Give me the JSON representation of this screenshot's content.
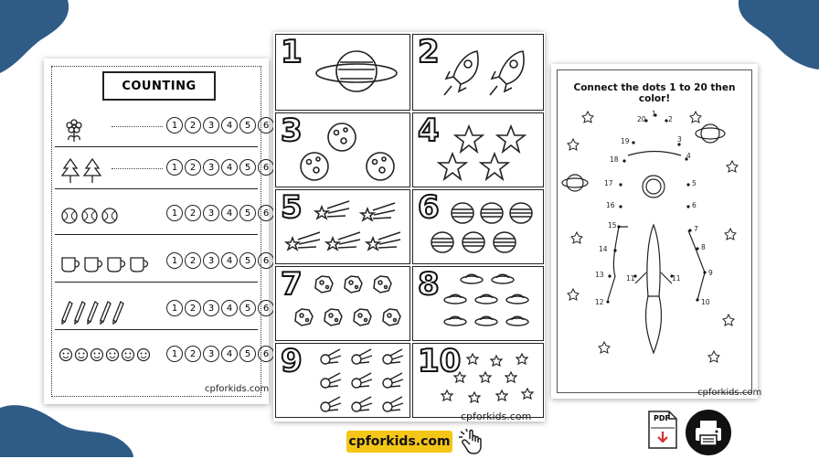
{
  "colors": {
    "blob": "#2f5b87",
    "accent": "#f5c518",
    "ink": "#111111"
  },
  "left_sheet": {
    "title": "COUNTING",
    "rows": [
      {
        "picture": "flower-icon",
        "count": 1
      },
      {
        "picture": "tree-icon",
        "count": 2
      },
      {
        "picture": "ball-icon",
        "count": 3
      },
      {
        "picture": "cup-icon",
        "count": 4
      },
      {
        "picture": "pencil-icon",
        "count": 5
      },
      {
        "picture": "face-icon",
        "count": 6
      }
    ],
    "choices": [
      "1",
      "2",
      "3",
      "4",
      "5",
      "6"
    ],
    "footer": "cpforkids.com"
  },
  "center_sheet": {
    "cells": [
      {
        "number": "1",
        "picture": "planet-icon"
      },
      {
        "number": "2",
        "picture": "rocket-icon"
      },
      {
        "number": "3",
        "picture": "moon-icon"
      },
      {
        "number": "4",
        "picture": "star-icon"
      },
      {
        "number": "5",
        "picture": "shooting-star-icon"
      },
      {
        "number": "6",
        "picture": "striped-planet-icon"
      },
      {
        "number": "7",
        "picture": "asteroid-icon"
      },
      {
        "number": "8",
        "picture": "ufo-icon"
      },
      {
        "number": "9",
        "picture": "comet-icon"
      },
      {
        "number": "10",
        "picture": "small-star-icon"
      }
    ],
    "footer": "cpforkids.com"
  },
  "right_sheet": {
    "title": "Connect the dots 1 to 20 then color!",
    "dot_labels": [
      "1",
      "2",
      "3",
      "4",
      "5",
      "6",
      "7",
      "8",
      "9",
      "10",
      "11",
      "11",
      "12",
      "13",
      "14",
      "15",
      "16",
      "17",
      "18",
      "19",
      "20"
    ],
    "footer": "cpforkids.com"
  },
  "bottom_bar": {
    "site_label": "cpforkids.com",
    "pdf_label": "PDF",
    "pointer_icon": "hand-pointer-icon",
    "download_icon": "download-arrow-icon",
    "print_icon": "printer-icon"
  }
}
